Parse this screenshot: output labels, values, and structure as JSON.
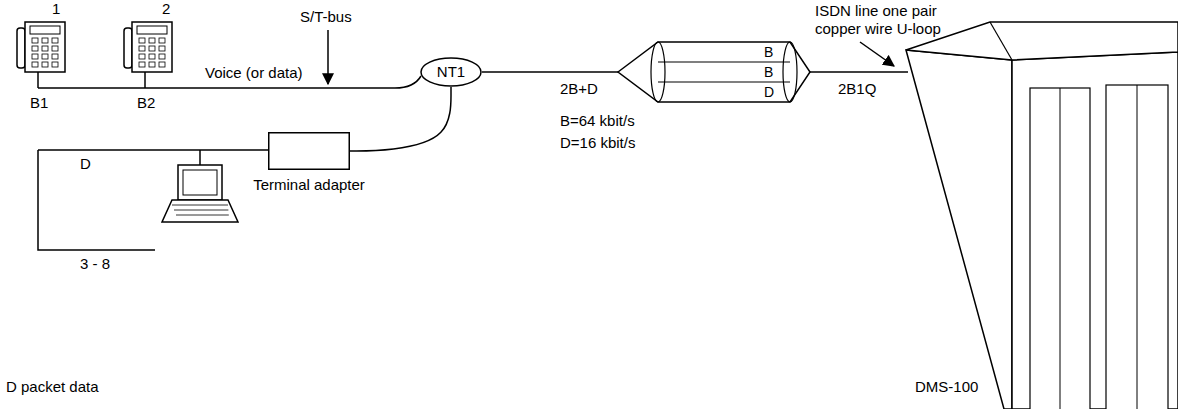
{
  "diagram": {
    "nodes": [
      {
        "text": [
          "Terminal adapter"
        ]
      },
      {
        "text": [
          "NT1"
        ]
      },
      {
        "text": [
          "B",
          "B",
          "D"
        ]
      },
      {
        "text": [
          "DMS-100"
        ]
      }
    ],
    "edges": [
      {
        "from": 0,
        "to": 1,
        "arrow": "none"
      },
      {
        "from": 1,
        "to": 2,
        "label": "2B+D",
        "arrow": "none"
      },
      {
        "from": 2,
        "to": 3,
        "label": "2B1Q",
        "arrow": "none"
      }
    ],
    "labels": [
      "1",
      "2",
      "S/T-bus",
      "Voice (or data)",
      "B1",
      "B2",
      "D",
      "3 - 8",
      "D packet data",
      "B=64 kbit/s",
      "D=16 kbit/s",
      "ISDN line one pair copper wire U-loop"
    ]
  }
}
